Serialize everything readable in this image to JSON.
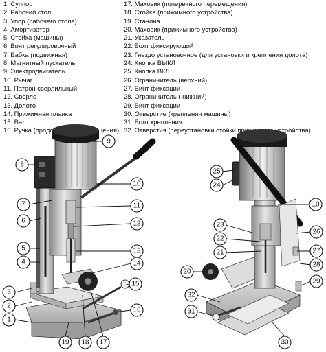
{
  "legend_left": [
    "1. Суппорт",
    "2. Рабочий стол",
    "3. Упор (рабочего стола)",
    "4. Амортизатор",
    "5. Стойка (машины)",
    "6. Винт регулировочный",
    "7. Бабка (подвижная)",
    "8. Магнитный пускатель",
    "9. Электродвигатель",
    "10. Рычаг",
    "11. Патрон сверлильный",
    "12. Сверло",
    "13. Долото",
    "14. Прижимная планка",
    "15. Вал",
    "16. Ручка (продольного перемещения)"
  ],
  "legend_right": [
    "17. Маховик (поперечного перемещения)",
    "18. Стойка (прижимного устройства)",
    "19. Станина",
    "20. Маховик (прижимного устройства)",
    "21. Указатель",
    "22. Болт фиксирующий",
    "23. Гнездо установочное (для установки и крепления долота)",
    "24. Кнопка ВЫКЛ",
    "25. Кнопка ВКЛ",
    "26. Ограничитель (верхний)",
    "27. Винт фиксации",
    "28. Ограничитель ( нижний)",
    "29. Винт фиксации",
    "30. Отверстие (крепления машины)",
    "31. Болт крепления",
    "32. Отверстия (переустановки стойки прижимного устройства)"
  ],
  "callouts_left": [
    "9",
    "8",
    "10",
    "7",
    "11",
    "6",
    "12",
    "5",
    "13",
    "4",
    "14",
    "3",
    "15",
    "2",
    "16",
    "1",
    "19",
    "18",
    "17"
  ],
  "callouts_right": [
    "25",
    "24",
    "10",
    "23",
    "26",
    "22",
    "21",
    "27",
    "20",
    "28",
    "29",
    "32",
    "31",
    "30"
  ]
}
